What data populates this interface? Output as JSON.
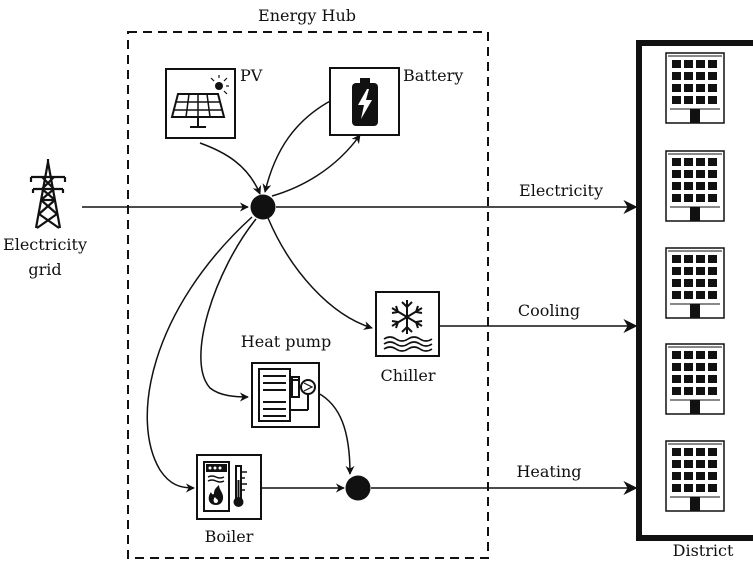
{
  "hub": {
    "title": "Energy Hub"
  },
  "components": {
    "pv": {
      "label": "PV",
      "icon": "solar-panel-icon"
    },
    "battery": {
      "label": "Battery",
      "icon": "battery-icon"
    },
    "heat_pump": {
      "label": "Heat pump",
      "icon": "heat-pump-icon"
    },
    "chiller": {
      "label": "Chiller",
      "icon": "snowflake-icon"
    },
    "boiler": {
      "label": "Boiler",
      "icon": "boiler-icon"
    }
  },
  "grid": {
    "label_line1": "Electricity",
    "label_line2": "grid",
    "icon": "transmission-tower-icon"
  },
  "outputs": {
    "electricity": "Electricity",
    "cooling": "Cooling",
    "heating": "Heating"
  },
  "district": {
    "label": "District",
    "icon": "building-icon"
  },
  "colors": {
    "ink": "#111111",
    "background": "#ffffff"
  }
}
